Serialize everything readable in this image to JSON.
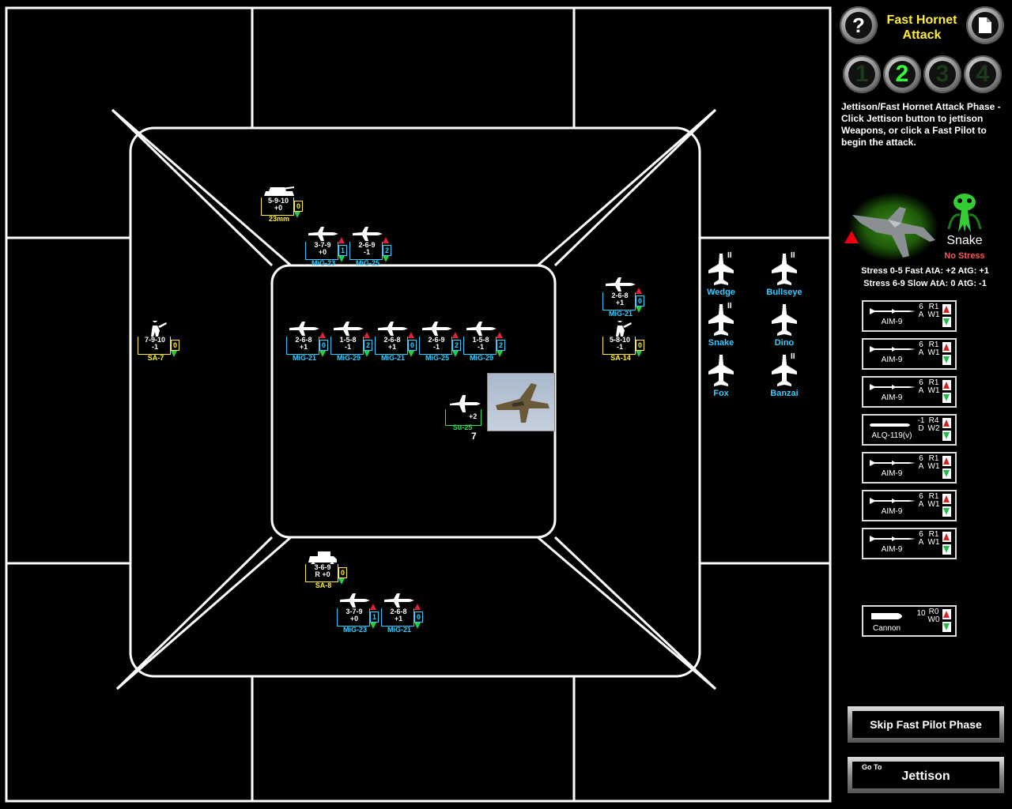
{
  "board": {
    "enemies": [
      {
        "id": "t1",
        "type": "tank",
        "stats": [
          "5-9-10",
          "+0"
        ],
        "name": "23mm",
        "level": "0",
        "color": "yellow"
      },
      {
        "id": "m1",
        "type": "jet",
        "stats": [
          "3-7-9",
          "+0"
        ],
        "name": "MiG-23",
        "level": "1",
        "color": "cyan"
      },
      {
        "id": "m2",
        "type": "jet",
        "stats": [
          "2-6-9",
          "-1"
        ],
        "name": "MiG-25",
        "level": "2",
        "color": "cyan"
      },
      {
        "id": "m3",
        "type": "jet",
        "stats": [
          "2-6-8",
          "+1"
        ],
        "name": "MiG-21",
        "level": "0",
        "color": "cyan"
      },
      {
        "id": "s1",
        "type": "soldier",
        "stats": [
          "7-9-10",
          "-1"
        ],
        "name": "SA-7",
        "level": "0",
        "color": "yellow"
      },
      {
        "id": "c1",
        "type": "jet",
        "stats": [
          "2-6-8",
          "+1"
        ],
        "name": "MiG-21",
        "level": "0",
        "color": "cyan"
      },
      {
        "id": "c2",
        "type": "jet",
        "stats": [
          "1-5-8",
          "-1"
        ],
        "name": "MiG-29",
        "level": "2",
        "color": "cyan"
      },
      {
        "id": "c3",
        "type": "jet",
        "stats": [
          "2-6-8",
          "+1"
        ],
        "name": "MiG-21",
        "level": "0",
        "color": "cyan"
      },
      {
        "id": "c4",
        "type": "jet",
        "stats": [
          "2-6-9",
          "-1"
        ],
        "name": "MiG-25",
        "level": "2",
        "color": "cyan"
      },
      {
        "id": "c5",
        "type": "jet",
        "stats": [
          "1-5-8",
          "-1"
        ],
        "name": "MiG-29",
        "level": "2",
        "color": "cyan"
      },
      {
        "id": "s2",
        "type": "soldier",
        "stats": [
          "5-8-10",
          "-1"
        ],
        "name": "SA-14",
        "level": "0",
        "color": "yellow"
      },
      {
        "id": "t2",
        "type": "truck",
        "stats": [
          "3-6-9",
          "R +0"
        ],
        "name": "SA-8",
        "level": "0",
        "color": "yellow"
      },
      {
        "id": "b1",
        "type": "jet",
        "stats": [
          "3-7-9",
          "+0"
        ],
        "name": "MiG-23",
        "level": "1",
        "color": "cyan"
      },
      {
        "id": "b2",
        "type": "jet",
        "stats": [
          "2-6-8",
          "+1"
        ],
        "name": "MiG-21",
        "level": "0",
        "color": "cyan"
      }
    ],
    "target": {
      "name": "Su-25",
      "mod": "+2",
      "count": "7"
    }
  },
  "panel": {
    "title_line1": "Fast Hornet",
    "title_line2": "Attack",
    "help_label": "?",
    "phases": [
      "1",
      "2",
      "3",
      "4"
    ],
    "active_phase": 1,
    "instructions": "Jettison/Fast Hornet Attack Phase - Click Jettison button to jettison Weapons, or click a Fast Pilot to begin the attack.",
    "pilot_name": "Snake",
    "stress_status": "No Stress",
    "stress_line1": "Stress 0-5 Fast AtA: +2 AtG: +1",
    "stress_line2": "Stress 6-9 Slow AtA: 0 AtG: -1",
    "squadron": [
      {
        "name": "Wedge",
        "mark": "II"
      },
      {
        "name": "Bullseye",
        "mark": "II"
      },
      {
        "name": "Snake",
        "mark": "II"
      },
      {
        "name": "Dino",
        "mark": ""
      },
      {
        "name": "Fox",
        "mark": ""
      },
      {
        "name": "Banzai",
        "mark": "II"
      }
    ],
    "weapons": [
      {
        "name": "AIM-9",
        "v1": "6",
        "v2": "A",
        "r": "R1",
        "w": "W1"
      },
      {
        "name": "AIM-9",
        "v1": "6",
        "v2": "A",
        "r": "R1",
        "w": "W1"
      },
      {
        "name": "AIM-9",
        "v1": "6",
        "v2": "A",
        "r": "R1",
        "w": "W1"
      },
      {
        "name": "ALQ-119(v)",
        "v1": "-1",
        "v2": "D",
        "r": "R4",
        "w": "W2"
      },
      {
        "name": "AIM-9",
        "v1": "6",
        "v2": "A",
        "r": "R1",
        "w": "W1"
      },
      {
        "name": "AIM-9",
        "v1": "6",
        "v2": "A",
        "r": "R1",
        "w": "W1"
      },
      {
        "name": "AIM-9",
        "v1": "6",
        "v2": "A",
        "r": "R1",
        "w": "W1"
      }
    ],
    "cannon": {
      "name": "Cannon",
      "v1": "10",
      "r": "R0",
      "w": "W0"
    },
    "skip_label": "Skip Fast Pilot Phase",
    "goto_small": "Go To",
    "goto_big": "Jettison",
    "colors": {
      "accent_yellow": "#ffee33",
      "phase_green": "#33ff33",
      "stress_red": "#ff5555",
      "pilot_cyan": "#33ccff"
    }
  }
}
